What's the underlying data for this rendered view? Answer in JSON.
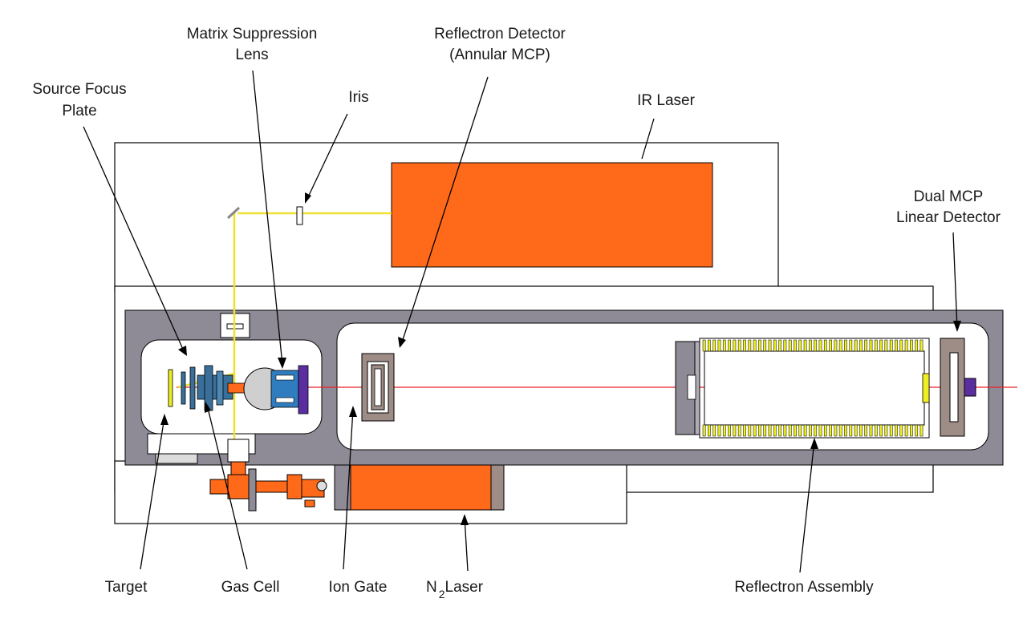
{
  "labels": {
    "matrix_suppression_lens": [
      "Matrix Suppression",
      "Lens"
    ],
    "reflectron_detector": [
      "Reflectron Detector",
      "(Annular MCP)"
    ],
    "source_focus_plate": [
      "Source Focus",
      "Plate"
    ],
    "iris": "Iris",
    "ir_laser": "IR Laser",
    "dual_mcp_linear_detector": [
      "Dual MCP",
      "Linear Detector"
    ],
    "target": "Target",
    "gas_cell": "Gas Cell",
    "ion_gate": "Ion Gate",
    "n2_laser": {
      "prefix": "N",
      "subscript": "2",
      "suffix": "Laser"
    },
    "reflectron_assembly": "Reflectron Assembly"
  },
  "colors": {
    "frame_gray": "#8e8a96",
    "panel_fill": "#ffffff",
    "laser_orange": "#ff6a1a",
    "laser_beam": "#f0e030",
    "ion_beam": "#e8202a",
    "grid_yellow": "#eeee22",
    "mcp_brown": "#9e8c86",
    "gas_cell_blue": "#3a6f9a",
    "lens_blue": "#2f7cbf",
    "detector_purple": "#5b2ea0",
    "outline": "#000000"
  }
}
